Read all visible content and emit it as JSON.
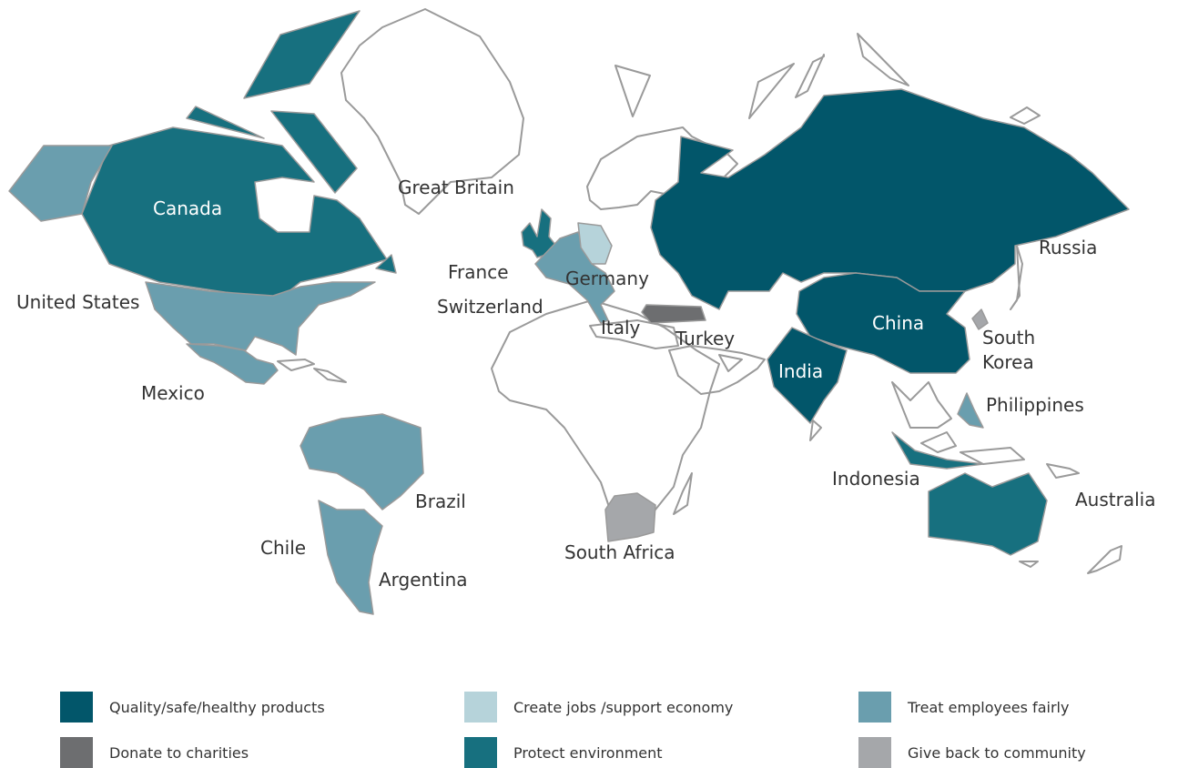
{
  "colors": {
    "quality": "#02566a",
    "jobs": "#b6d3da",
    "employees": "#6a9eae",
    "charities": "#6d6e70",
    "environment": "#17707f",
    "community": "#a5a7aa",
    "outline": "#9a9a9a"
  },
  "countries": [
    {
      "name": "Canada",
      "category": "environment"
    },
    {
      "name": "United States",
      "category": "employees"
    },
    {
      "name": "Mexico",
      "category": "employees"
    },
    {
      "name": "Brazil",
      "category": "employees"
    },
    {
      "name": "Chile",
      "category": "employees"
    },
    {
      "name": "Argentina",
      "category": "employees"
    },
    {
      "name": "Great Britain",
      "category": "environment"
    },
    {
      "name": "France",
      "category": "employees"
    },
    {
      "name": "Germany",
      "category": "jobs"
    },
    {
      "name": "Switzerland",
      "category": "employees"
    },
    {
      "name": "Italy",
      "category": "employees"
    },
    {
      "name": "Turkey",
      "category": "charities"
    },
    {
      "name": "Russia",
      "category": "quality"
    },
    {
      "name": "China",
      "category": "quality"
    },
    {
      "name": "India",
      "category": "quality"
    },
    {
      "name": "South Korea",
      "category": "community"
    },
    {
      "name": "Philippines",
      "category": "employees"
    },
    {
      "name": "Indonesia",
      "category": "environment"
    },
    {
      "name": "Australia",
      "category": "environment"
    },
    {
      "name": "South Africa",
      "category": "community"
    }
  ],
  "legend": [
    {
      "key": "quality",
      "label": "Quality/safe/healthy products"
    },
    {
      "key": "jobs",
      "label": "Create jobs /support economy"
    },
    {
      "key": "employees",
      "label": "Treat employees fairly"
    },
    {
      "key": "charities",
      "label": "Donate to charities"
    },
    {
      "key": "environment",
      "label": "Protect environment"
    },
    {
      "key": "community",
      "label": "Give back to community"
    }
  ]
}
